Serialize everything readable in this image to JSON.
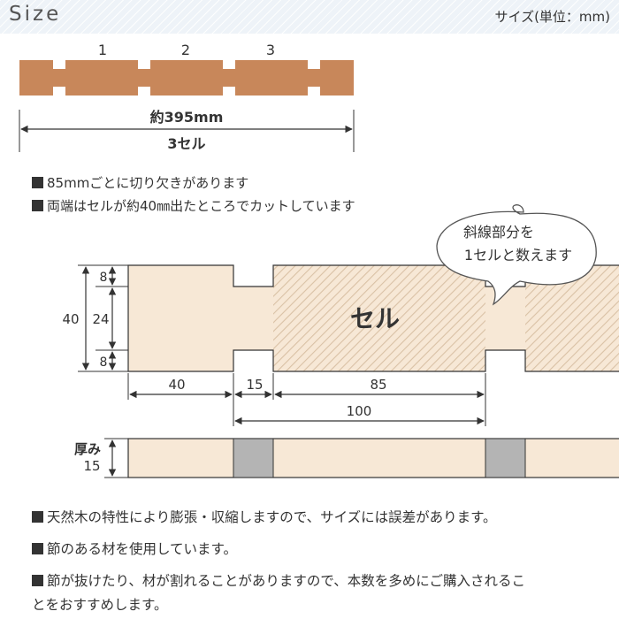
{
  "header": {
    "title": "Size",
    "unit": "サイズ(単位：mm)"
  },
  "top_diagram": {
    "cell_numbers": [
      "1",
      "2",
      "3"
    ],
    "length_label": "約395mm",
    "cells_label": "3セル"
  },
  "notes_top": [
    "85mmごとに切り欠きがあります",
    "両端はセルが約40㎜出たところでカットしています"
  ],
  "detail_diagram": {
    "speech_bubble": [
      "斜線部分を",
      "1セルと数えます"
    ],
    "cell_label": "セル",
    "dim_40": "40",
    "dim_8_top": "8",
    "dim_24": "24",
    "dim_8_bottom": "8",
    "dim_bottom_40": "40",
    "dim_15": "15",
    "dim_85": "85",
    "dim_100": "100"
  },
  "thickness_diagram": {
    "label_top": "厚み",
    "label_value": "15"
  },
  "notes_bottom": [
    "天然木の特性により膨張・収縮しますので、サイズには誤差があります。",
    "節のある材を使用しています。",
    "節が抜けたり、材が割れることがありますので、本数を多めにご購入されるこ",
    "とをおすすめします。"
  ],
  "colors": {
    "wood_dark": "#c8875a",
    "wood_light": "#f7e8d6",
    "knot_gray": "#b4b4b4"
  }
}
